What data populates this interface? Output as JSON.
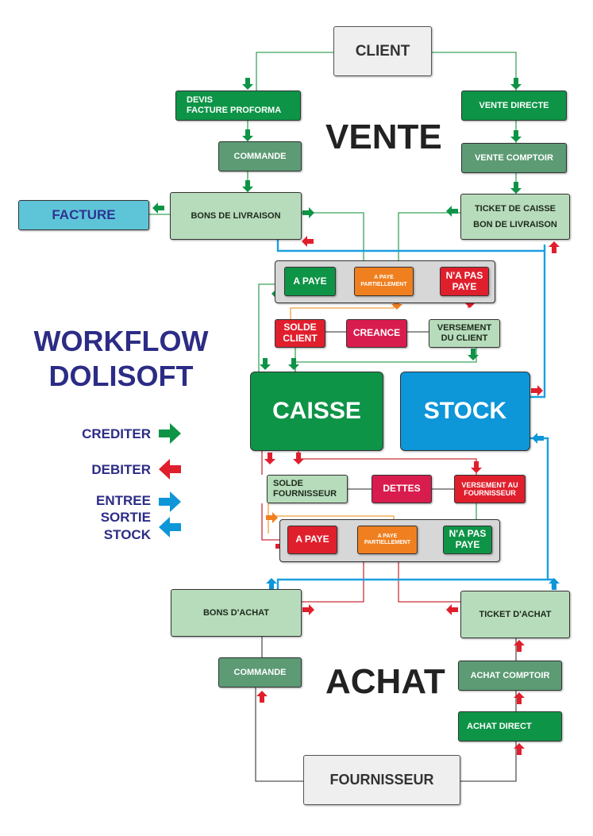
{
  "titles": {
    "vente": "VENTE",
    "achat": "ACHAT",
    "workflow_line1": "WORKFLOW",
    "workflow_line2": "DOLISOFT"
  },
  "nodes": {
    "client": "CLIENT",
    "devis_line1": "DEVIS",
    "devis_line2": "FACTURE PROFORMA",
    "commande_vente": "COMMANDE",
    "bons_livraison": "BONS DE LIVRAISON",
    "facture": "FACTURE",
    "vente_directe": "VENTE DIRECTE",
    "vente_comptoir": "VENTE COMPTOIR",
    "ticket_caisse_line1": "TICKET DE CAISSE",
    "ticket_caisse_line2": "BON  DE LIVRAISON",
    "a_paye_vente": "A PAYE",
    "paye_partiel_vente_line1": "A PAYE",
    "paye_partiel_vente_line2": "PARTIELLEMENT",
    "na_pas_paye_vente_line1": "N'A PAS",
    "na_pas_paye_vente_line2": "PAYE",
    "solde_client_line1": "SOLDE",
    "solde_client_line2": "CLIENT",
    "creance": "CREANCE",
    "versement_client_line1": "VERSEMENT",
    "versement_client_line2": "DU CLIENT",
    "caisse": "CAISSE",
    "stock": "STOCK",
    "solde_fournisseur_line1": "SOLDE",
    "solde_fournisseur_line2": "FOURNISSEUR",
    "dettes": "DETTES",
    "versement_fournisseur_line1": "VERSEMENT AU",
    "versement_fournisseur_line2": "FOURNISSEUR",
    "a_paye_achat": "A PAYE",
    "paye_partiel_achat_line1": "A PAYE",
    "paye_partiel_achat_line2": "PARTIELLEMENT",
    "na_pas_paye_achat_line1": "N'A PAS",
    "na_pas_paye_achat_line2": "PAYE",
    "bons_achat": "BONS D'ACHAT",
    "ticket_achat": "TICKET D'ACHAT",
    "commande_achat": "COMMANDE",
    "achat_comptoir": "ACHAT COMPTOIR",
    "achat_direct": "ACHAT  DIRECT",
    "fournisseur": "FOURNISSEUR"
  },
  "legend": {
    "crediter": "CREDITER",
    "debiter": "DEBITER",
    "entree": "ENTREE",
    "sortie": "SORTIE",
    "stock": "STOCK"
  },
  "colors": {
    "credit_arrow": "#0e9447",
    "debit_arrow": "#e01f2d",
    "stock_arrow": "#0d96d8",
    "partial_arrow": "#f07f1f",
    "connector_green": "#3aa35a",
    "connector_red": "#c8323a",
    "connector_blue": "#1ba0e0",
    "connector_orange": "#f0a040",
    "connector_grey": "#555555"
  }
}
